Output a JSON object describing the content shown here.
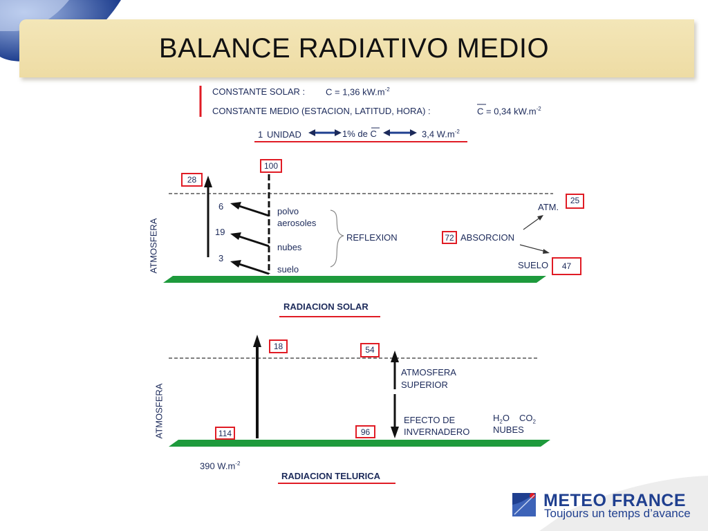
{
  "title": "BALANCE RADIATIVO MEDIO",
  "constants": {
    "solar_label": "CONSTANTE SOLAR :",
    "solar_value": "C = 1,36 kW.m",
    "solar_exp": "-2",
    "medio_label": "CONSTANTE MEDIO (ESTACION, LATITUD, HORA) :",
    "medio_c": "C",
    "medio_value": " = 0,34 kW.m",
    "medio_exp": "-2"
  },
  "unit": {
    "one": "1",
    "unidad": "UNIDAD",
    "pct": "1% de ",
    "pct_c": "C",
    "wm": "3,4 W.m",
    "wm_exp": "-2"
  },
  "solar": {
    "incoming": "100",
    "outgoing": "28",
    "r_polvo": "6",
    "r_nubes": "19",
    "r_suelo": "3",
    "polvo": "polvo",
    "aerosoles": "aerosoles",
    "nubes": "nubes",
    "suelo": "suelo",
    "reflexion": "REFLEXION",
    "absorcion_value": "72",
    "absorcion": "ABSORCION",
    "atm_label": "ATM.",
    "atm_value": "25",
    "suelo_label": "SUELO",
    "suelo_value": "47",
    "atmosfera": "ATMOSFERA",
    "section_title": "RADIACION SOLAR"
  },
  "telurica": {
    "emitted": "114",
    "escape": "18",
    "up_value": "54",
    "down_value": "96",
    "atm_sup_1": "ATMOSFERA",
    "atm_sup_2": "SUPERIOR",
    "efecto_1": "EFECTO DE",
    "efecto_2": "INVERNADERO",
    "h2o_h": "H",
    "h2o_2": "2",
    "h2o_o": "O",
    "co_c": "CO",
    "co_2": "2",
    "nubes": "NUBES",
    "atmosfera": "ATMOSFERA",
    "flux": "390 W.m",
    "flux_exp": "-2",
    "section_title": "RADIACION  TELURICA"
  },
  "logo": {
    "name": "METEO FRANCE",
    "slogan": "Toujours un temps d’avance"
  },
  "colors": {
    "accent_red": "#e01b24",
    "ground_green": "#1e9a3c",
    "navy": "#1f3f8f",
    "title_band": "#efdea8"
  }
}
